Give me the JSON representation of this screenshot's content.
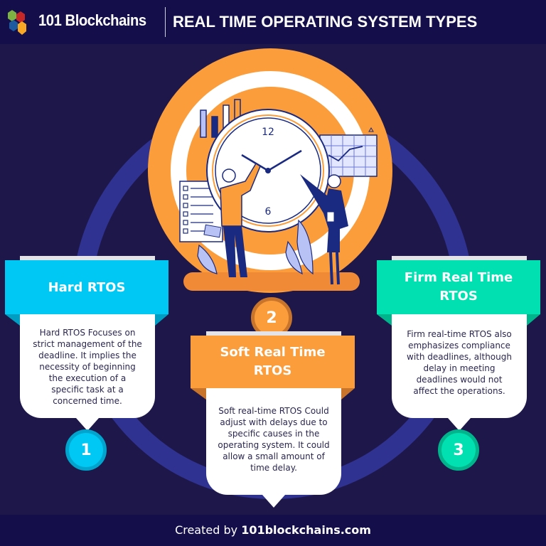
{
  "header": {
    "brand": "101 Blockchains",
    "title": "REAL TIME OPERATING SYSTEM TYPES"
  },
  "illustration": {
    "clock_labels": [
      "12",
      "6"
    ],
    "icons": [
      "bar-chart-icon",
      "line-chart-icon",
      "checklist-icon",
      "clock-icon",
      "man-figure",
      "woman-figure",
      "plant-icon"
    ]
  },
  "cards": [
    {
      "number": "1",
      "title": "Hard RTOS",
      "lines": [
        "Hard RTOS Focuses on",
        "strict management of the",
        "deadline. It implies the",
        "necessity of beginning",
        "the execution of a",
        "specific task at a",
        "concerned time."
      ],
      "color": "#00c8f5"
    },
    {
      "number": "2",
      "title_lines": [
        "Soft Real Time",
        "RTOS"
      ],
      "lines": [
        "Soft real-time RTOS Could",
        "adjust with delays due to",
        "specific causes in the",
        "operating system. It could",
        "allow a small amount of",
        "time delay."
      ],
      "color": "#fc9d3c"
    },
    {
      "number": "3",
      "title_lines": [
        "Firm Real Time",
        "RTOS"
      ],
      "lines": [
        "Firm real-time RTOS also",
        "emphasizes compliance",
        "with deadlines, although",
        "delay in meeting",
        "deadlines would not",
        "affect the operations."
      ],
      "color": "#00e0b0"
    }
  ],
  "footer": {
    "prefix": "Created by ",
    "site": "101blockchains.com"
  },
  "colors": {
    "background": "#1e174a",
    "header_bg": "#140f4b",
    "ring": "#2f3291",
    "orange": "#fc9d3c",
    "cyan": "#00c8f5",
    "teal": "#00e0b0"
  }
}
